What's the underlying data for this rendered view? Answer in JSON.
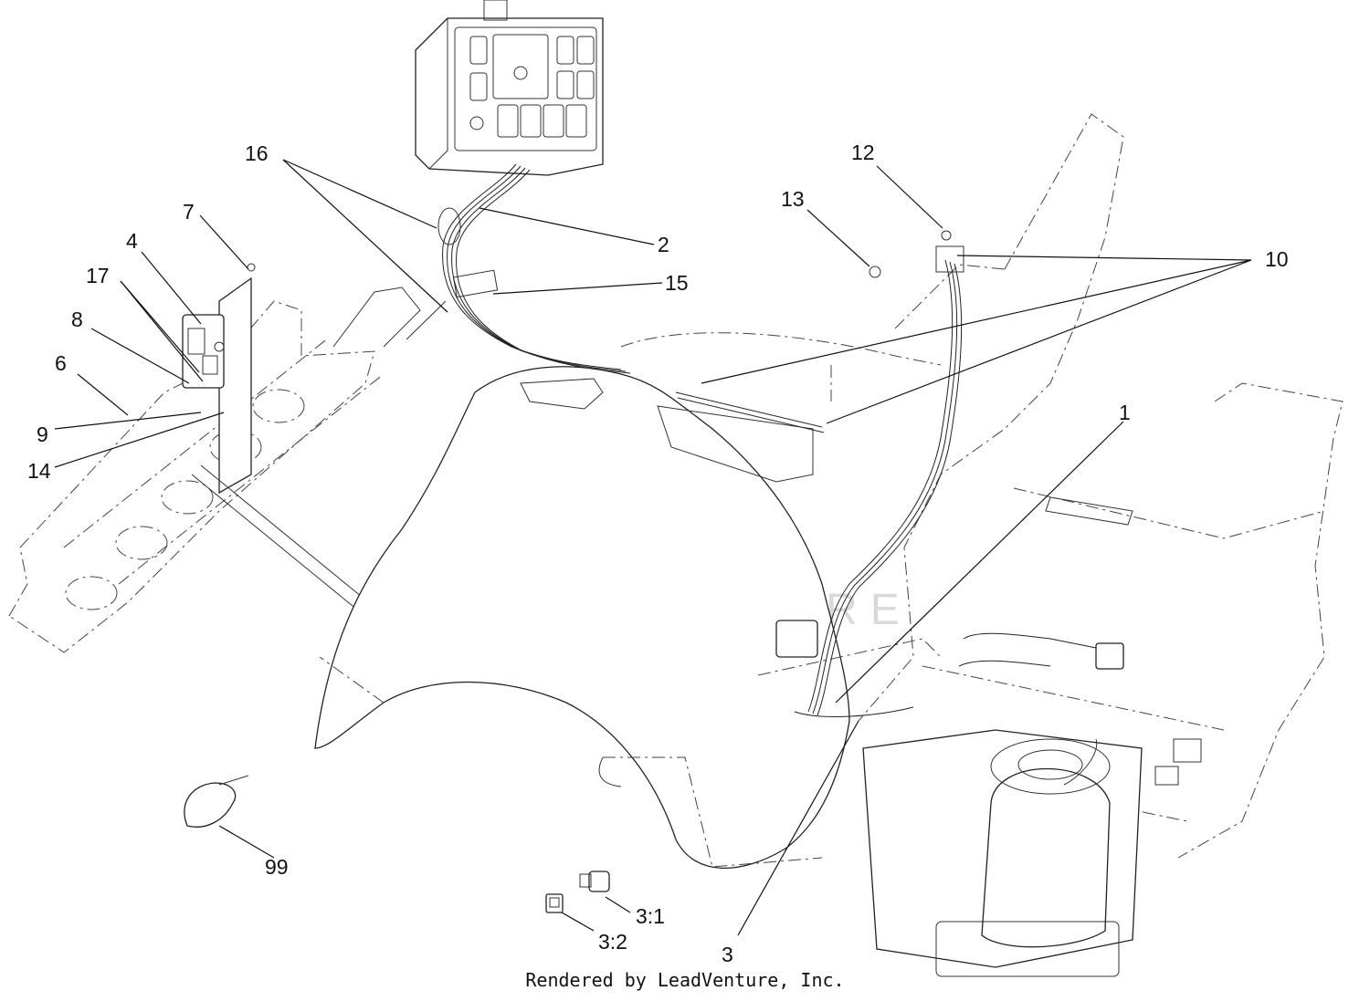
{
  "diagram": {
    "watermark": "LEADVENTURE",
    "footer": "Rendered by LeadVenture, Inc.",
    "callouts": {
      "c1": "1",
      "c2": "2",
      "c3": "3",
      "c3_1": "3:1",
      "c3_2": "3:2",
      "c4": "4",
      "c6": "6",
      "c7": "7",
      "c8": "8",
      "c9": "9",
      "c10": "10",
      "c12": "12",
      "c13": "13",
      "c14": "14",
      "c15": "15",
      "c16": "16",
      "c17": "17",
      "c99": "99"
    }
  }
}
